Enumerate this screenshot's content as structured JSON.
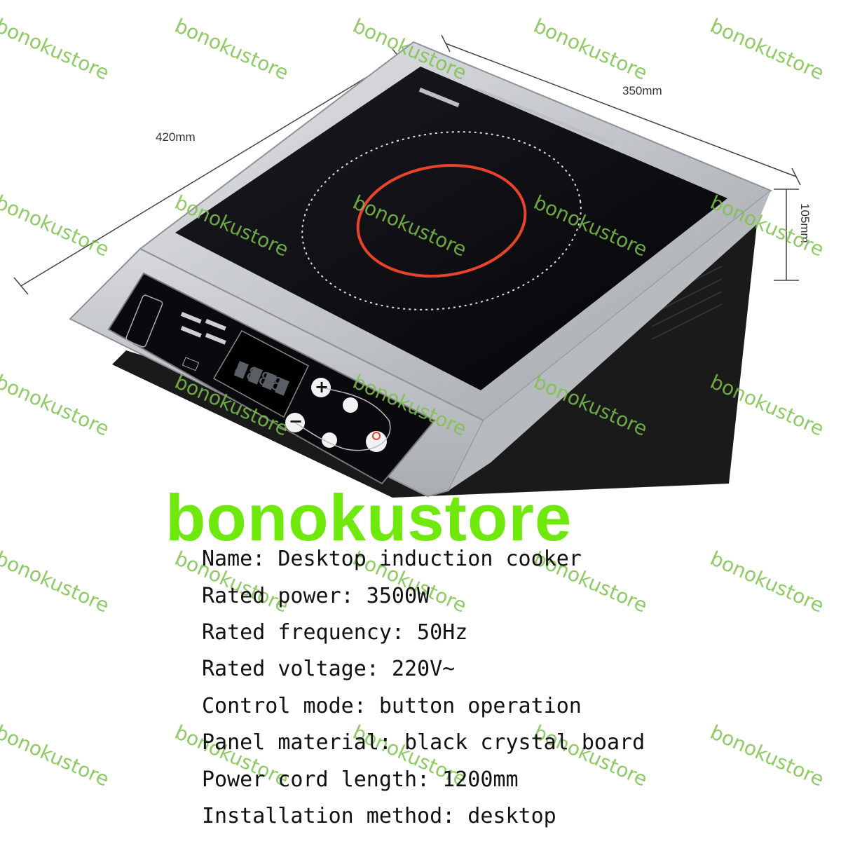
{
  "dimensions": {
    "depth_label": "420mm",
    "width_label": "350mm",
    "height_label": "105mm"
  },
  "product_image": {
    "subject": "induction cooktop, black crystal glass top with stainless steel body",
    "display_text": "8888",
    "buttons": [
      "+",
      "−"
    ]
  },
  "brand_text": "bonokustore",
  "watermark_text": "bonokustore",
  "specs": [
    "Name: Desktop induction cooker",
    "Rated power: 3500W",
    "Rated frequency: 50Hz",
    "Rated voltage: 220V~",
    "Control mode: button operation",
    "Panel material: black crystal board",
    "Power cord length: 1200mm",
    "Installation method: desktop"
  ],
  "colors": {
    "watermark": "#7cc24a",
    "brand": "#6fe80c",
    "glass": "#0c0c10",
    "steel": "#c9ccd0",
    "heat_ring": "#e8432b"
  }
}
